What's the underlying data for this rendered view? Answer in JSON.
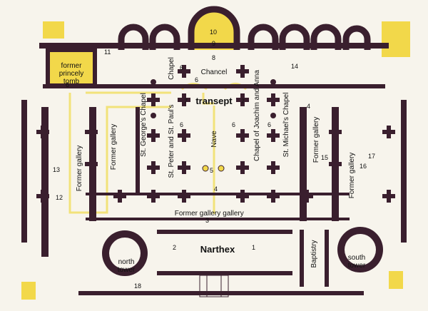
{
  "colors": {
    "wall": "#3a1f2e",
    "accent": "#f2d84a",
    "route": "#f2e27a",
    "floor": "#f7f4ec"
  },
  "labels": {
    "former_princely_tomb_l1": "former",
    "former_princely_tomb_l2": "princely",
    "former_princely_tomb_l3": "tomb",
    "chancel": "Chancel",
    "chapel": "Chapel",
    "transept": "transept",
    "st_georges_chapel": "St. George's Chapel",
    "st_peter_paul": "St. Peter and St. Paul's",
    "nave": "Nave",
    "chapel_joachim_anna": "Chapel of Joachim and Anna",
    "st_michaels_chapel": "St. Michael's Chapel",
    "former_gallery": "Former gallery",
    "former_gallery_lower": "gallery",
    "narthex": "Narthex",
    "north_tower_l1": "north",
    "north_tower_l2": "tower",
    "south_tower_l1": "south",
    "south_tower_l2": "tower",
    "baptistry": "Baptistry"
  },
  "numbers": {
    "n1": "1",
    "n2": "2",
    "n3": "3",
    "n4": "4",
    "n5": "5",
    "n6": "6",
    "n7": "7",
    "n8": "8",
    "n9": "9",
    "n10": "10",
    "n11": "11",
    "n12": "12",
    "n13": "13",
    "n14": "14",
    "n15": "15",
    "n16": "16",
    "n17": "17",
    "n18": "18"
  }
}
